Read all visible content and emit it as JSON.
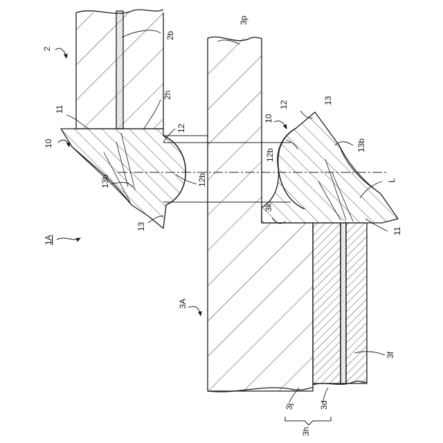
{
  "labels": {
    "l_2": "2",
    "l_2b": "2b",
    "l_2h": "2h",
    "l_11_top": "11",
    "l_10_top": "10",
    "l_12_top": "12",
    "l_13b_top": "13b",
    "l_12b_top": "12b",
    "l_13_top": "13",
    "l_1A": "1A",
    "l_3p": "3p",
    "l_10_bottom": "10",
    "l_12_bottom": "12",
    "l_13_bottom": "13",
    "l_12b_bottom": "12b",
    "l_13b_bottom": "13b",
    "l_L": "L",
    "l_3k": "3k",
    "l_11_bottom": "11",
    "l_3A": "3A",
    "l_3f": "3f",
    "l_3j": "3j",
    "l_3d": "3d",
    "l_3h": "3h"
  },
  "colors": {
    "line": "#1a1a1a",
    "background": "#ffffff"
  }
}
